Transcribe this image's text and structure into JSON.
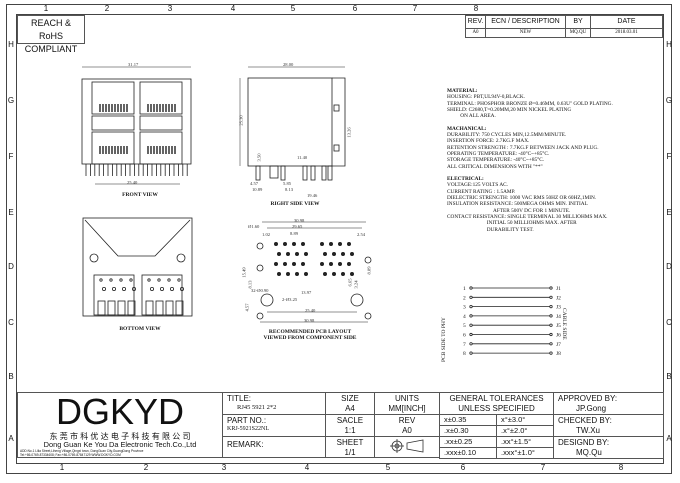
{
  "border": {
    "columns": [
      "1",
      "2",
      "3",
      "4",
      "5",
      "6",
      "7",
      "8"
    ],
    "rows": [
      "H",
      "G",
      "F",
      "E",
      "D",
      "C",
      "B",
      "A"
    ]
  },
  "compliance": {
    "line1": "REACH & RoHS",
    "line2": "COMPLIANT"
  },
  "revision_table": {
    "headers": [
      "REV.",
      "ECN / DESCRIPTION",
      "BY",
      "DATE"
    ],
    "rows": [
      [
        "A0",
        "NEW",
        "MQ.QU",
        "2018.03.01"
      ]
    ]
  },
  "views": {
    "front": {
      "label": "FRONT VIEW",
      "dims": [
        "31.17",
        "25.40"
      ]
    },
    "right_side": {
      "label": "RIGHT SIDE VIEW",
      "dims": [
        "28.00",
        "25.30",
        "11.40",
        "3.50",
        "13.26",
        "4.57",
        "5.85",
        "10.89",
        "8.13",
        "19.46"
      ]
    },
    "bottom": {
      "label": "BOTTOM VIEW"
    },
    "pcb": {
      "label1": "RECOMMENDED PCB LAYOUT",
      "label2": "VIEWED FROM COMPONENT SIDE",
      "dims": [
        "30.98",
        "29.65",
        "8.89",
        "1.02",
        "2.54",
        "15.49",
        "8.13",
        "13.97",
        "25.40",
        "30.98",
        "32-Ø0.90",
        "2-Ø3.25",
        "4.57",
        "3.24",
        "6.65",
        "8.89",
        "Ø1.60"
      ]
    }
  },
  "specs": {
    "material_title": "MATERIAL:",
    "material": [
      "HOUSING: PBT,UL94V-0,BLACK.",
      "TERMINAL: PHOSPHOR BRONZE Ø=0.46MM, 0.63U\" GOLD PLATING.",
      "SHIELD: C2680,T=0.20MM,20 MIN NICKEL PLATING",
      "          ON ALL AREA."
    ],
    "mechanical_title": "MACHANICAL:",
    "mechanical": [
      "DURABILITY: 750 CYCLES MIN,12.5MM/MINUTE.",
      "INSERTION FORCE: 2.7KG.F MAX.",
      "RETENTION STRENGTH : 7.7KG.F BETWEEN JACK AND PLUG.",
      "OPERATING TEMPERATURE: -40°C~+85°C.",
      "STORAGE TEMPERATURE: -40°C~+85°C.",
      "ALL CRITICAL DIMENSIONS WITH \"**\""
    ],
    "electrical_title": "ELECTRICAL:",
    "electrical": [
      "VOLTAGE:125 VOLTS AC.",
      "CURRENT RATING : 1.5AMP.",
      "DIELECTRIC STRENGTH: 1000 VAC RMS 50HZ OR 60HZ,1MIN.",
      "INSULATION RESISTANCE: 500MEGA OHMS MIN. INITIAL",
      "                                   AFTER 500V DC FOR 1 MINUTE.",
      "CONTACT RESISTANCE: SINGLE TERMINAL 30 MILLIOHMS MAX.",
      "                              INITIAL 50 MILLIOHMS MAX. AFTER",
      "                              DURABILITY TEST."
    ]
  },
  "schematic": {
    "left_label": "PCB SIDE TO PHY",
    "right_label": "CABLE SIDE",
    "pins": [
      "1",
      "2",
      "3",
      "4",
      "5",
      "6",
      "7",
      "8"
    ],
    "jacks": [
      "J1",
      "J2",
      "J3",
      "J4",
      "J5",
      "J6",
      "J7",
      "J8"
    ]
  },
  "title_block": {
    "logo": "DGKYD",
    "company_cn": "东 莞 市 科 优 达 电 子 科 技 有 限 公 司",
    "company_en": "Dong Guan Ke You Da Electronic Tech.Co.,Ltd",
    "address": "ADD:No.1 Lilia Street,Liheng Village,Qingxi town, DongGuan City,GuangDong Province",
    "contact": "Tel:+86-0769-87334608; Fax:+86-0769-87847129  WWW.DGKYD.COM",
    "title_label": "TITLE:",
    "title_value": "RJ45 5921 2*2",
    "part_label": "PART NO.:",
    "part_value": "KRJ-5921S22NL",
    "remark_label": "REMARK:",
    "size_label": "SIZE",
    "size_value": "A4",
    "units_label": "UNITS",
    "units_value": "MM[INCH]",
    "scale_label": "SACLE",
    "scale_value": "1:1",
    "rev_label": "REV",
    "rev_value": "A0",
    "sheet_label": "SHEET",
    "sheet_value": "1/1",
    "tolerance_title1": "GENERAL TOLERANCES",
    "tolerance_title2": "UNLESS SPECIFIED",
    "tolerances": [
      [
        "x±0.35",
        "x°±3.0°"
      ],
      [
        ".x±0.30",
        ".x°±2.0°"
      ],
      [
        ".xx±0.25",
        ".xx°±1.5°"
      ],
      [
        ".xxx±0.10",
        ".xxx°±1.0°"
      ]
    ],
    "approved_label": "APPROVED BY:",
    "approved_value": "JP.Gong",
    "checked_label": "CHECKED BY:",
    "checked_value": "TW.Xu",
    "designed_label": "DESIGND BY:",
    "designed_value": "MQ.Qu"
  }
}
